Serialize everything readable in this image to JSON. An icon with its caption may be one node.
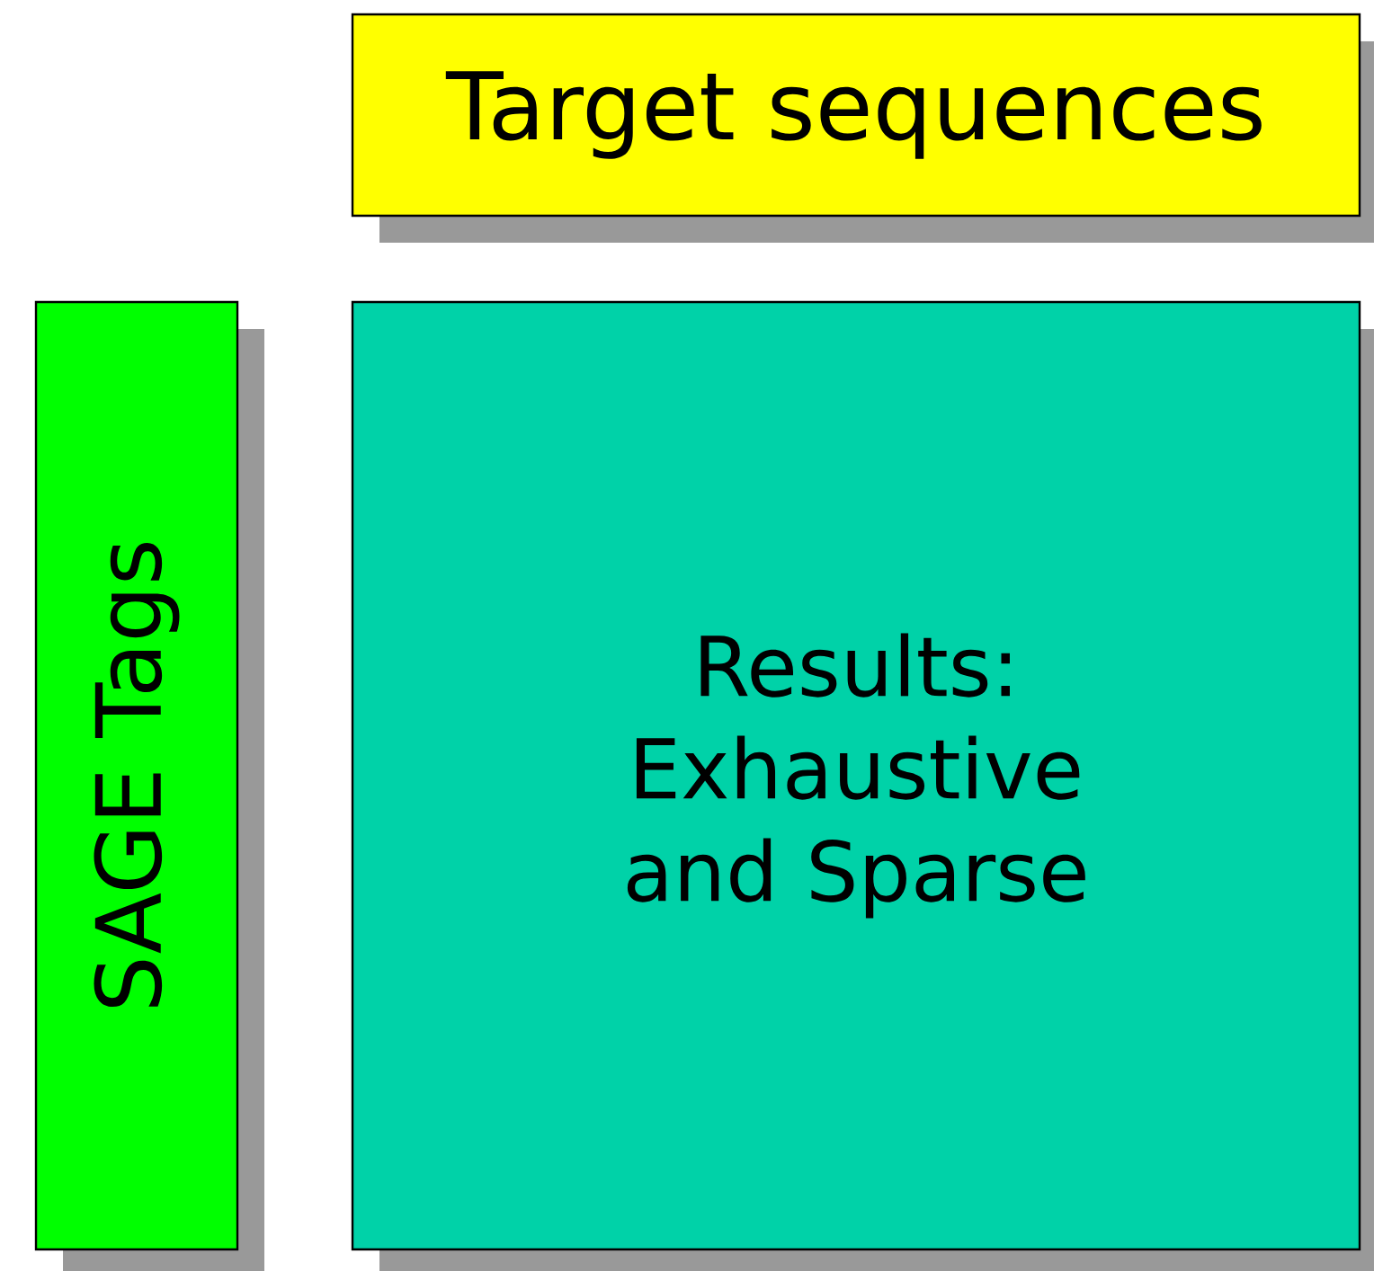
{
  "diagram": {
    "nodes": [
      {
        "text": [
          "Target sequences"
        ]
      },
      {
        "text": [
          "SAGE Tags"
        ]
      },
      {
        "text": [
          "Results: Exhaustive and Sparse"
        ]
      }
    ]
  }
}
